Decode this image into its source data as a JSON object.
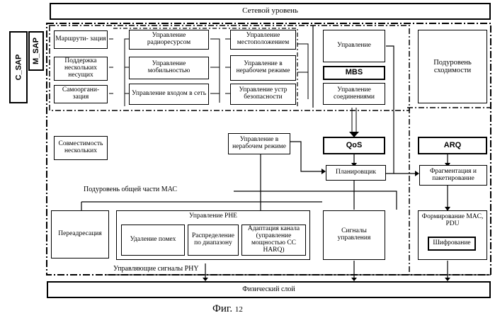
{
  "network_layer": "Сетевой уровень",
  "physical_layer": "Физический слой",
  "c_sap": "C_SAP",
  "m_sap": "M_SAP",
  "routing": "Маршрути- зация",
  "multi_carrier": "Поддержка нескольких несущих",
  "self_org": "Самооргани- зация",
  "coexistence": "Совместимость нескольких",
  "radio_resource": "Управление радиоресурсом",
  "mobility": "Управление мобильностью",
  "network_entry": "Управление входом в сеть",
  "location": "Управление местоположением",
  "idle_top": "Управление в нерабочем режиме",
  "security": "Управление устр безопасности",
  "mgmt_top": "Управление",
  "mbs": "MBS",
  "conn_mgmt": "Управление соединениями",
  "convergence": "Подуровень сходимости",
  "idle_mid": "Управление в нерабочем режиме",
  "qos": "QoS",
  "arq": "ARQ",
  "scheduler": "Планировщик",
  "frag": "Фрагментация и пакетирование",
  "cps_label": "Подуровень общей части МАС",
  "relay": "Переадресация",
  "phy_ctrl": "Управление PHE",
  "interference": "Удаление помех",
  "ranging": "Распределение по диапазону",
  "link_adapt": "Адаптация канала (управление мощностью СС HARQ)",
  "signals": "Сигналы управления",
  "mac_pdu": "Формирование MAC, PDU",
  "encryption": "Шифрование",
  "phy_signals": "Управляющие сигналы PHY",
  "fig_label": "Фиг.",
  "fig_number": "12"
}
